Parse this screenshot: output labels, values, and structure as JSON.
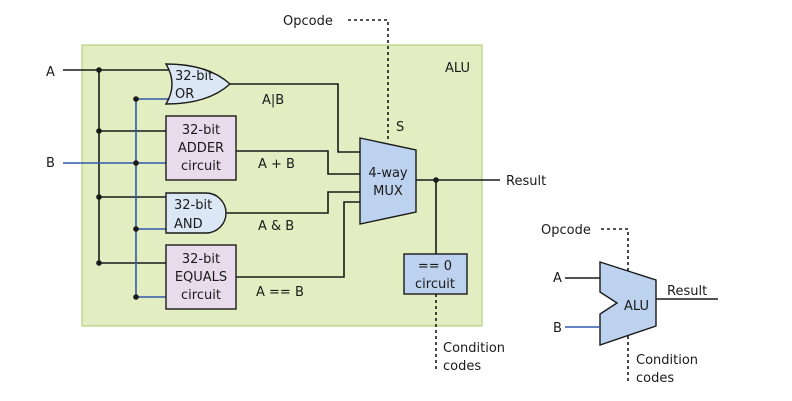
{
  "colors": {
    "alu_panel_fill": "#e3edc2",
    "alu_panel_stroke": "#b9cf7f",
    "gate_fill": "#dbe7f5",
    "circuit_fill": "#e8dcec",
    "wire": "#1a1a1a",
    "b_wire": "#2f5aa8",
    "mux_fill": "#bcd2ee",
    "alu_symbol_fill": "#bcd2ee"
  },
  "left": {
    "panel_label": "ALU",
    "input_a": "A",
    "input_b": "B",
    "opcode": "Opcode",
    "select": "S",
    "result": "Result",
    "condition_codes_line1": "Condition",
    "condition_codes_line2": "codes",
    "or_gate": {
      "line1": "32-bit",
      "line2": "OR"
    },
    "adder": {
      "line1": "32-bit",
      "line2": "ADDER",
      "line3": "circuit"
    },
    "and_gate": {
      "line1": "32-bit",
      "line2": "AND"
    },
    "equals": {
      "line1": "32-bit",
      "line2": "EQUALS",
      "line3": "circuit"
    },
    "mux": {
      "line1": "4-way",
      "line2": "MUX"
    },
    "zero": {
      "line1": "== 0",
      "line2": "circuit"
    },
    "or_output": "A|B",
    "adder_output": "A + B",
    "and_output": "A & B",
    "equals_output": "A == B"
  },
  "right": {
    "opcode": "Opcode",
    "input_a": "A",
    "input_b": "B",
    "alu": "ALU",
    "result": "Result",
    "condition_codes_line1": "Condition",
    "condition_codes_line2": "codes"
  }
}
